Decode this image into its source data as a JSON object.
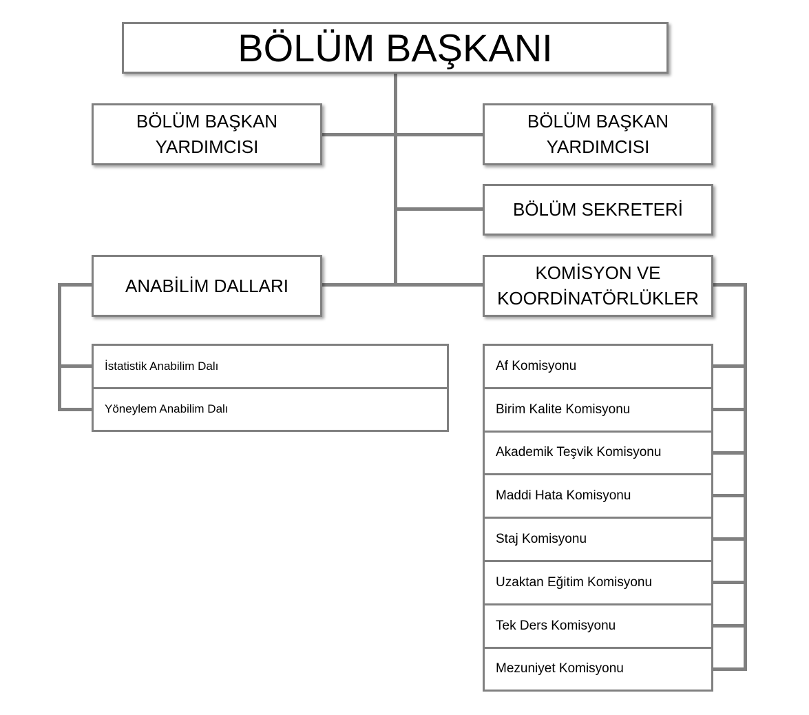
{
  "head": "BÖLÜM BAŞKANI",
  "vice_left": [
    "BÖLÜM BAŞKAN",
    "YARDIMCISI"
  ],
  "vice_right": [
    "BÖLÜM BAŞKAN",
    "YARDIMCISI"
  ],
  "secretary": "BÖLÜM SEKRETERİ",
  "departments": {
    "title": "ANABİLİM DALLARI",
    "items": [
      "İstatistik Anabilim Dalı",
      "Yöneylem Anabilim Dalı"
    ]
  },
  "commissions": {
    "title": [
      "KOMİSYON VE",
      "KOORDİNATÖRLÜKLER"
    ],
    "items": [
      "Af Komisyonu",
      "Birim Kalite Komisyonu",
      "Akademik Teşvik Komisyonu",
      "Maddi Hata Komisyonu",
      "Staj Komisyonu",
      "Uzaktan Eğitim Komisyonu",
      "Tek Ders Komisyonu",
      "Mezuniyet Komisyonu"
    ]
  },
  "colors": {
    "line": "#808080"
  }
}
